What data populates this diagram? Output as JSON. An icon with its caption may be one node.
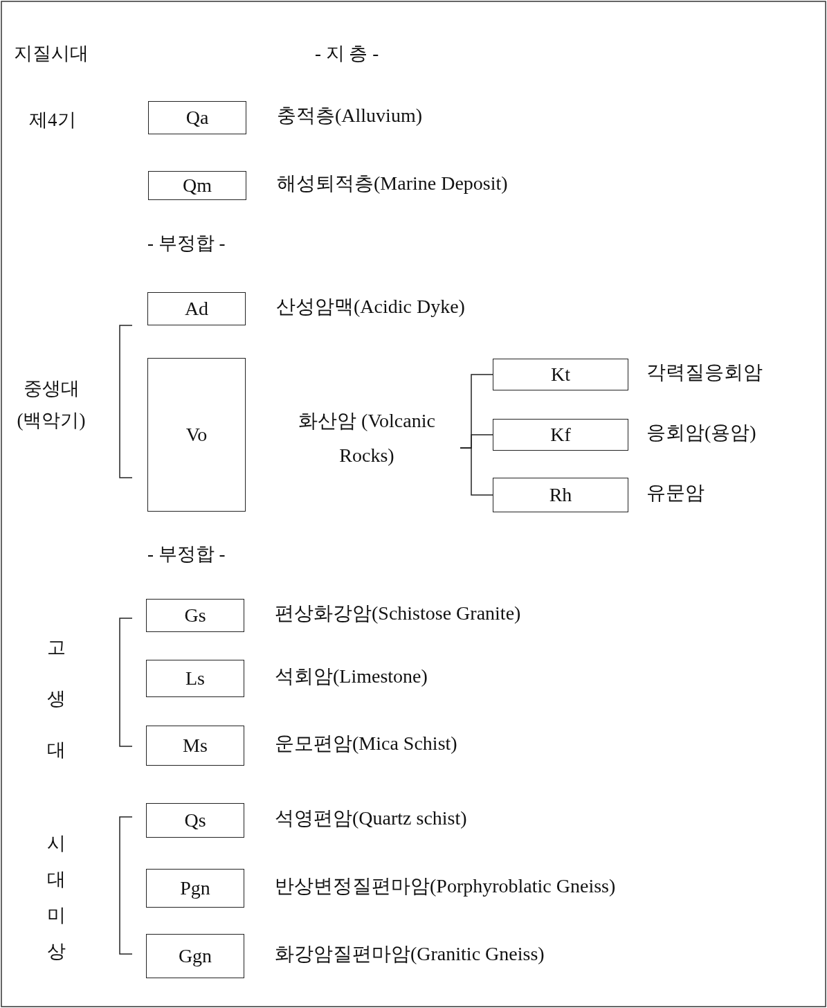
{
  "diagram": {
    "nodes": [
      {
        "text": [
          "Qa"
        ],
        "beside": [
          "충적층(Alluvium)"
        ]
      },
      {
        "text": [
          "Qm"
        ],
        "beside": [
          "해성퇴적층(Marine Deposit)"
        ]
      },
      {
        "text": [
          "Ad"
        ],
        "beside": [
          "산성암맥(Acidic Dyke)"
        ]
      },
      {
        "text": [
          "Vo"
        ]
      },
      {
        "text": [
          "화산암 (Volcanic Rocks)"
        ]
      },
      {
        "text": [
          "Kt"
        ],
        "beside": [
          "각력질응회암"
        ]
      },
      {
        "text": [
          "Kf"
        ],
        "beside": [
          "응회암(용암)"
        ]
      },
      {
        "text": [
          "Rh"
        ],
        "beside": [
          "유문암"
        ]
      },
      {
        "text": [
          "Gs"
        ],
        "beside": [
          "편상화강암(Schistose Granite)"
        ]
      },
      {
        "text": [
          "Ls"
        ],
        "beside": [
          "석회암(Limestone)"
        ]
      },
      {
        "text": [
          "Ms"
        ],
        "beside": [
          "운모편암(Mica Schist)"
        ]
      },
      {
        "text": [
          "Qs"
        ],
        "beside": [
          "석영편암(Quartz schist)"
        ]
      },
      {
        "text": [
          "Pgn"
        ],
        "beside": [
          "반상변정질편마암(Porphyroblatic Gneiss)"
        ]
      },
      {
        "text": [
          "Ggn"
        ],
        "beside": [
          "화강암질편마암(Granitic Gneiss)"
        ]
      }
    ],
    "edges": [
      {
        "from": 4,
        "to": 5,
        "arrow": "none"
      },
      {
        "from": 4,
        "to": 6,
        "arrow": "none"
      },
      {
        "from": 4,
        "to": 7,
        "arrow": "none"
      }
    ],
    "labels": [
      "지질시대",
      "- 지 층 -",
      "제4기",
      "- 부정합 -",
      "중생대(백악기)",
      "- 부정합 -",
      "고생대",
      "시대미상"
    ]
  }
}
